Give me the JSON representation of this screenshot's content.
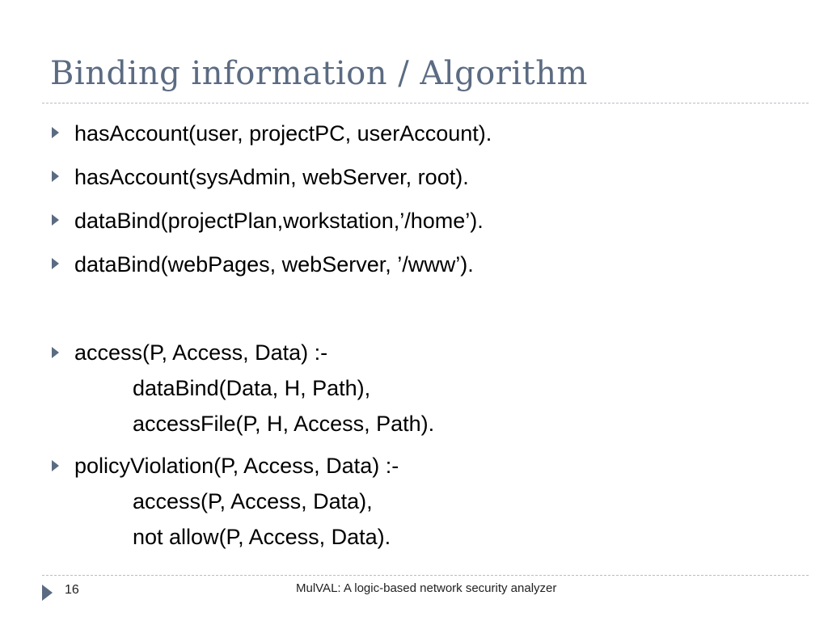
{
  "slide": {
    "title": "Binding information / Algorithm",
    "bullets": [
      {
        "lines": [
          "hasAccount(user, projectPC, userAccount)."
        ]
      },
      {
        "lines": [
          "hasAccount(sysAdmin, webServer, root)."
        ]
      },
      {
        "lines": [
          "dataBind(projectPlan,workstation,’/home’)."
        ]
      },
      {
        "lines": [
          "dataBind(webPages, webServer, ’/www’)."
        ]
      },
      {
        "lines": [
          "access(P, Access, Data) :-",
          "dataBind(Data, H, Path),",
          "accessFile(P, H, Access, Path)."
        ]
      },
      {
        "lines": [
          "policyViolation(P, Access, Data) :-",
          "access(P, Access, Data),",
          "not allow(P, Access, Data)."
        ]
      }
    ]
  },
  "footer": {
    "page_number": "16",
    "text": "MulVAL:  A logic-based network security analyzer"
  },
  "icons": {
    "bullet": "triangle-right-icon",
    "footer_arrow": "triangle-right-icon"
  },
  "colors": {
    "accent": "#5b6b82",
    "text": "#000000",
    "rule": "#b7bcc4"
  }
}
